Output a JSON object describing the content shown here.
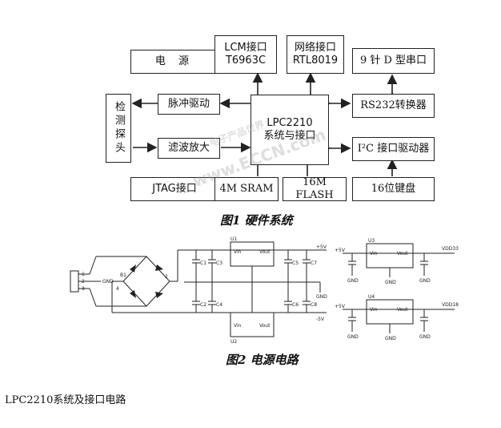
{
  "fig1": {
    "caption": "图1 硬件系统",
    "blocks": {
      "power": "电  源",
      "lcm": "LCM接口\nT6963C",
      "network": "网络接口\nRTL8019",
      "serial9": "9 针 D 型串口",
      "probe": "检测探头",
      "pulse": "脉冲驱动",
      "filter": "滤波放大",
      "cpu": "LPC2210\n系统与接口",
      "rs232": "RS232转换器",
      "i2c": "I²C 接口驱动器",
      "jtag": "JTAG接口",
      "sram": "4M SRAM",
      "flash": "16M FLASH",
      "keyboard": "16位键盘"
    }
  },
  "watermark": {
    "site": "www.ECCN.com",
    "cn": "电子产品世界"
  },
  "fig2": {
    "caption": "图2 电源电路",
    "labels": {
      "u1": "U1",
      "u2": "U2",
      "u3": "U3",
      "u4": "U4",
      "vin": "Vin",
      "vout": "Vout",
      "gnd": "GND",
      "b1": "B1",
      "p5v": "+5V",
      "m5v": "-5V",
      "vdd33": "VDD33",
      "vdd18": "VDD18",
      "c1": "C1",
      "c2": "C2",
      "c3": "C3",
      "c4": "C4",
      "c5": "C5",
      "c6": "C6",
      "c7": "C7",
      "c8": "C8",
      "n1": "1",
      "n2": "2",
      "n3": "3",
      "n4": "4"
    }
  },
  "body_text": "LPC2210系统及接口电路"
}
